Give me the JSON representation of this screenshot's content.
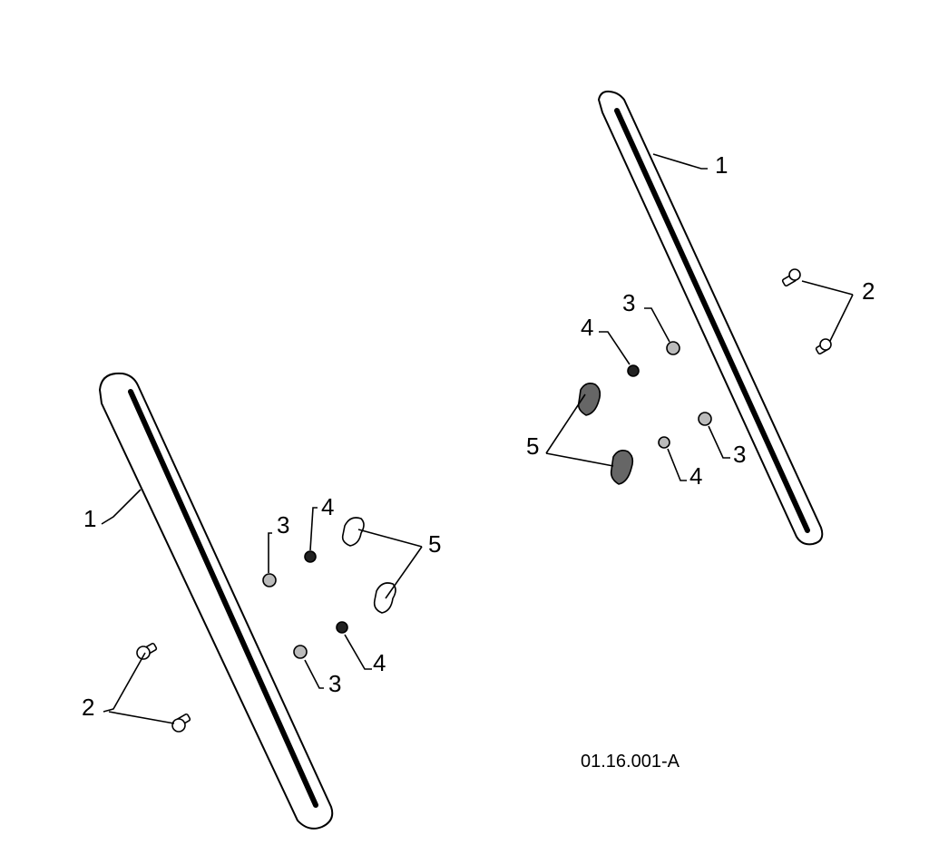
{
  "figure_id": "01.16.001-A",
  "callouts": {
    "rail": "1",
    "screw": "2",
    "washer": "3",
    "nut": "4",
    "clip": "5"
  }
}
